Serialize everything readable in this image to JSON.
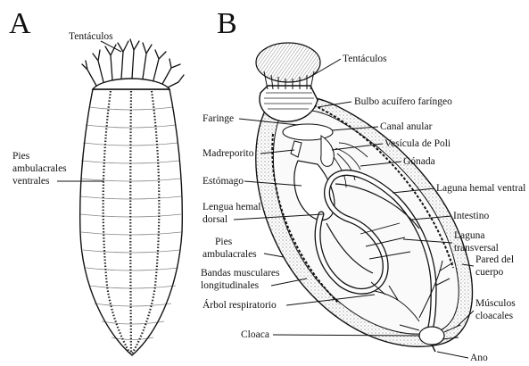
{
  "panels": {
    "a": {
      "letter": "A",
      "labels": {
        "tentaculos": "Tentáculos",
        "pies_line1": "Pies",
        "pies_line2": "ambulacrales",
        "pies_line3": "ventrales"
      }
    },
    "b": {
      "letter": "B",
      "labels": {
        "tentaculos": "Tentáculos",
        "bulbo": "Bulbo acuífero faríngeo",
        "faringe": "Faringe",
        "canal": "Canal anular",
        "vesicula": "Vesícula de Poli",
        "madreporito": "Madreporito",
        "gonada": "Gónada",
        "estomago": "Estómago",
        "laguna_ventral": "Laguna hemal ventral",
        "lengua_line1": "Lengua hemal",
        "lengua_line2": "dorsal",
        "intestino": "Intestino",
        "laguna_trans_line1": "Laguna",
        "laguna_trans_line2": "transversal",
        "pies_line1": "Pies",
        "pies_line2": "ambulacrales",
        "pared_line1": "Pared del",
        "pared_line2": "cuerpo",
        "bandas_line1": "Bandas musculares",
        "bandas_line2": "longitudinales",
        "arbol": "Árbol respiratorio",
        "musculos_line1": "Músculos",
        "musculos_line2": "cloacales",
        "cloaca": "Cloaca",
        "ano": "Ano"
      }
    }
  }
}
